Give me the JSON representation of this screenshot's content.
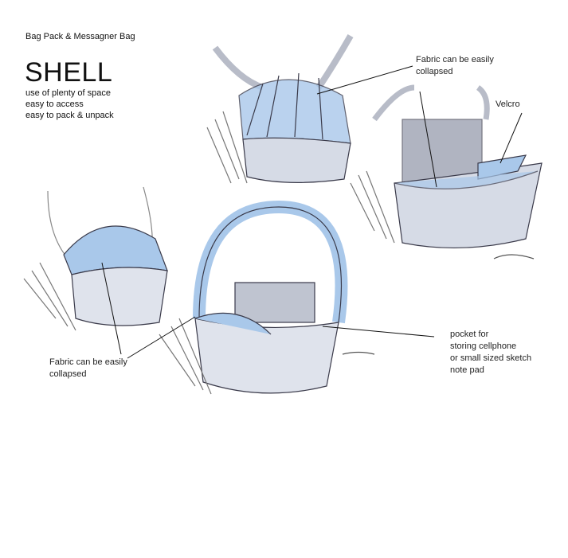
{
  "header": {
    "subtitle": "Bag Pack & Messagner Bag",
    "title": "SHELL",
    "features": [
      "use of plenty of space",
      "easy to access",
      "easy to pack & unpack"
    ]
  },
  "annotations": {
    "fabric_top": [
      "Fabric can be easily",
      "collapsed"
    ],
    "velcro": "Velcro",
    "fabric_left": [
      "Fabric can be easily",
      "collapsed"
    ],
    "pocket": [
      "pocket for",
      "storing cellphone",
      "or small sized sketch",
      "note pad"
    ]
  },
  "colors": {
    "marker_blue": "#a9c8ea",
    "shadow_gray": "#c9ccd6",
    "ink": "#3a3a4a"
  }
}
